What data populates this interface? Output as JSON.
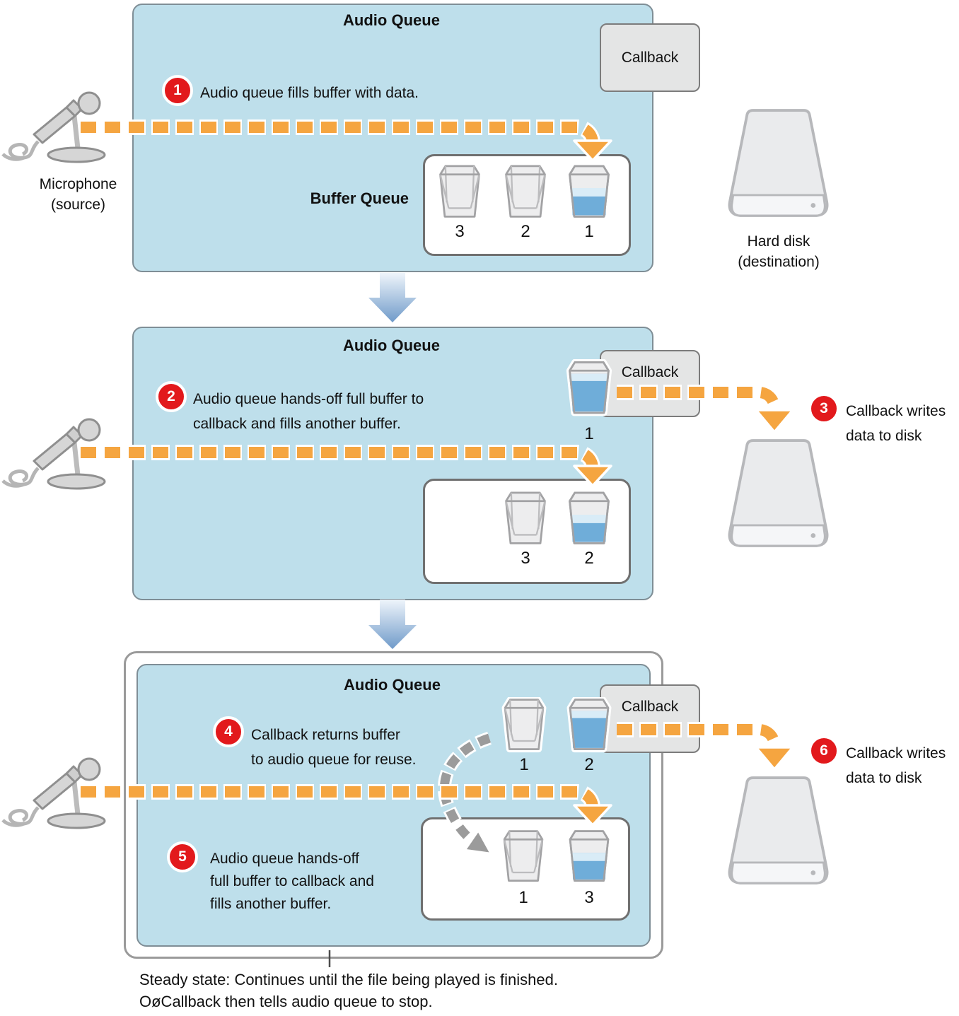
{
  "colors": {
    "panel_blue": "#bedfeb",
    "orange": "#f5a540",
    "red_badge": "#e2191c",
    "liquid_blue": "#6fadd9",
    "liquid_surface": "#d9ecf7",
    "gray_arrow": "#9b9b9b",
    "flow_arrow_blue": "#6f9ac9"
  },
  "panel1": {
    "title": "Audio Queue",
    "callback_label": "Callback",
    "step1": {
      "num": "1",
      "text": "Audio queue fills buffer with data."
    },
    "buffer_queue_label": "Buffer Queue",
    "buffer_labels": [
      "3",
      "2",
      "1"
    ]
  },
  "panel2": {
    "title": "Audio Queue",
    "callback_label": "Callback",
    "step2": {
      "num": "2",
      "line1": "Audio queue hands-off full buffer to",
      "line2": "callback and fills another buffer."
    },
    "full_buffer_label": "1",
    "buffer_labels": [
      "3",
      "2"
    ],
    "step3": {
      "num": "3",
      "line1": "Callback writes",
      "line2": "data to disk"
    }
  },
  "panel3": {
    "title": "Audio Queue",
    "callback_label": "Callback",
    "step4": {
      "num": "4",
      "line1": "Callback returns buffer",
      "line2": "to audio queue for reuse."
    },
    "step5": {
      "num": "5",
      "line1": "Audio queue hands-off",
      "line2": "full buffer to callback and",
      "line3": "fills another buffer."
    },
    "top_buffer_labels": [
      "1",
      "2"
    ],
    "buffer_labels": [
      "1",
      "3"
    ],
    "step6": {
      "num": "6",
      "line1": "Callback writes",
      "line2": "data to disk"
    }
  },
  "microphone": {
    "line1": "Microphone",
    "line2": "(source)"
  },
  "hard_disk": {
    "line1": "Hard disk",
    "line2": "(destination)"
  },
  "caption": {
    "line1": "Steady state: Continues until the file being played is finished.",
    "line2": "OøCallback then tells audio queue to stop."
  }
}
